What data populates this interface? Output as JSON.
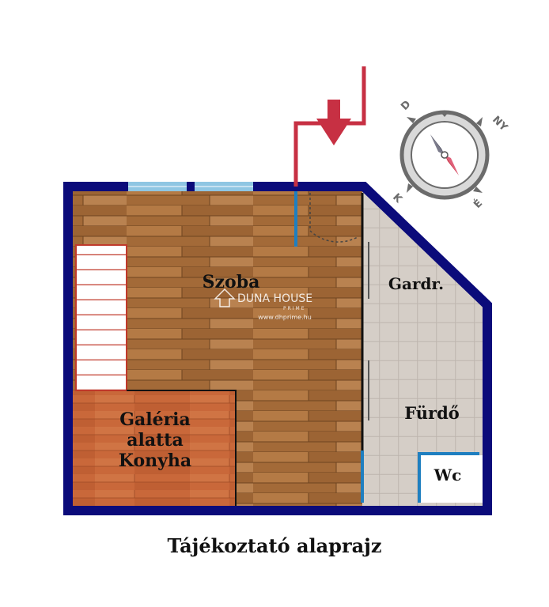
{
  "rooms": {
    "szoba": "Szoba",
    "gardrobe": "Gardr.",
    "bathroom": "Fürdő",
    "wc": "Wc",
    "gallery_line1": "Galéria",
    "gallery_line2": "alatta",
    "gallery_line3": "Konyha"
  },
  "watermark": {
    "brand": "DUNA HOUSE",
    "sub": "PRIME",
    "url": "www.dhprime.hu"
  },
  "compass": {
    "n": "É",
    "e": "K",
    "s": "D",
    "w": "NY"
  },
  "caption": "Tájékoztató alaprajz",
  "colors": {
    "wall": "#0b0b7a",
    "wood": "#a9713c",
    "kitchen": "#c86a3a",
    "tile": "#cfc8c1",
    "entrance": "#c73043",
    "window": "#8fc6e3"
  }
}
